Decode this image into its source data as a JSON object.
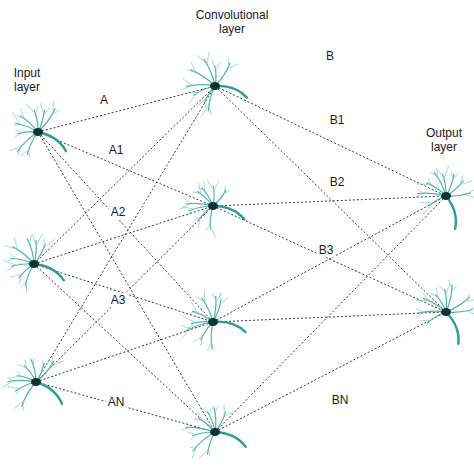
{
  "diagram": {
    "labels": [
      "Input layer",
      "Convolutional layer",
      "Output layer",
      "A",
      "A1",
      "A2",
      "A3",
      "AN",
      "B",
      "B1",
      "B2",
      "B3",
      "BN"
    ]
  }
}
